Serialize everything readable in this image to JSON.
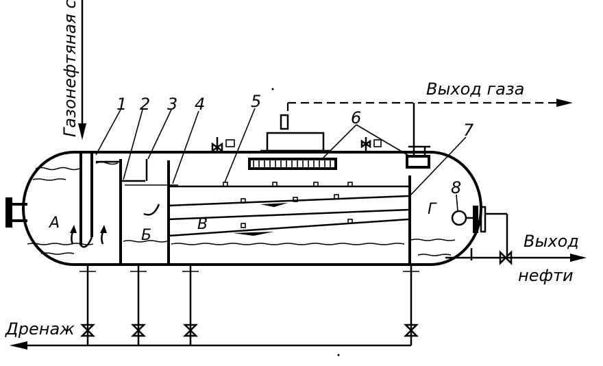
{
  "labels": {
    "inlet": "Газонефтяная смесь",
    "gas_out": "Выход газа",
    "oil_out_1": "Выход",
    "oil_out_2": "нефти",
    "drain": "Дренаж"
  },
  "numbers": [
    "1",
    "2",
    "3",
    "4",
    "5",
    "6",
    "7",
    "8"
  ],
  "zones": [
    "А",
    "Б",
    "В",
    "Г"
  ]
}
